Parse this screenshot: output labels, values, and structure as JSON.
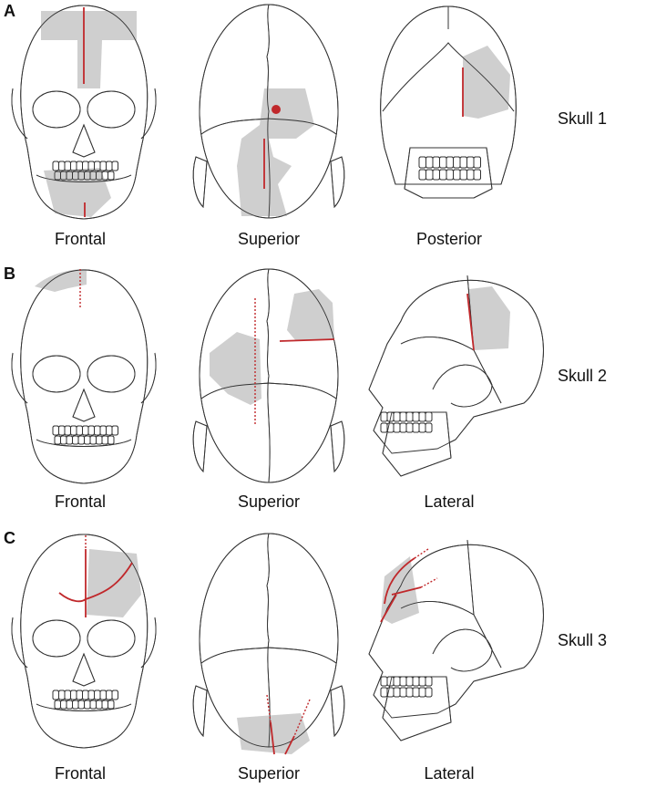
{
  "panels": [
    {
      "letter": "A",
      "skull": "Skull 1",
      "views": [
        "Frontal",
        "Superior",
        "Posterior"
      ]
    },
    {
      "letter": "B",
      "skull": "Skull 2",
      "views": [
        "Frontal",
        "Superior",
        "Lateral"
      ]
    },
    {
      "letter": "C",
      "skull": "Skull 3",
      "views": [
        "Frontal",
        "Superior",
        "Lateral"
      ]
    }
  ],
  "colors": {
    "fracture": "#c0282b",
    "affected_area": "#cfcfcf",
    "outline": "#333333"
  }
}
